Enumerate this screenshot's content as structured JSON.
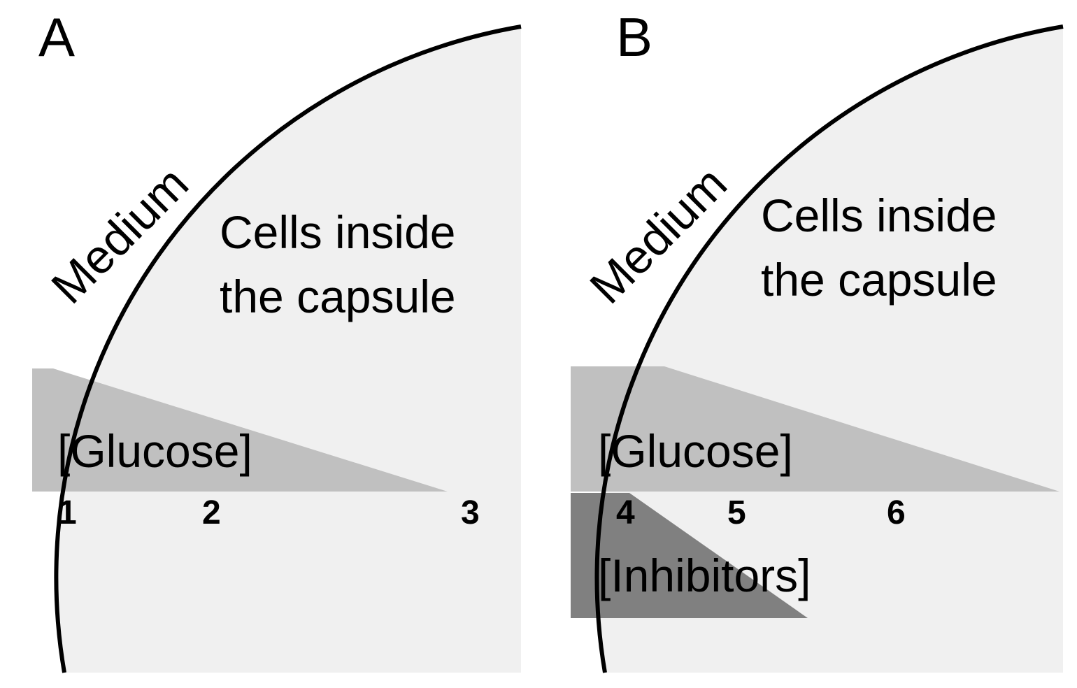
{
  "panels": {
    "a": {
      "letter": "A",
      "medium_label": "Medium",
      "cells_line1": "Cells inside",
      "cells_line2": "the capsule",
      "glucose_label": "[Glucose]",
      "positions": [
        "1",
        "2",
        "3"
      ]
    },
    "b": {
      "letter": "B",
      "medium_label": "Medium",
      "cells_line1": "Cells inside",
      "cells_line2": "the capsule",
      "glucose_label": "[Glucose]",
      "inhibitors_label": "[Inhibitors]",
      "positions": [
        "4",
        "5",
        "6"
      ]
    }
  },
  "colors": {
    "capsule_fill": "#f0f0f0",
    "capsule_outline": "#000000",
    "glucose_gradient": "#c0c0c0",
    "inhibitor_gradient": "#808080",
    "text": "#000000"
  }
}
